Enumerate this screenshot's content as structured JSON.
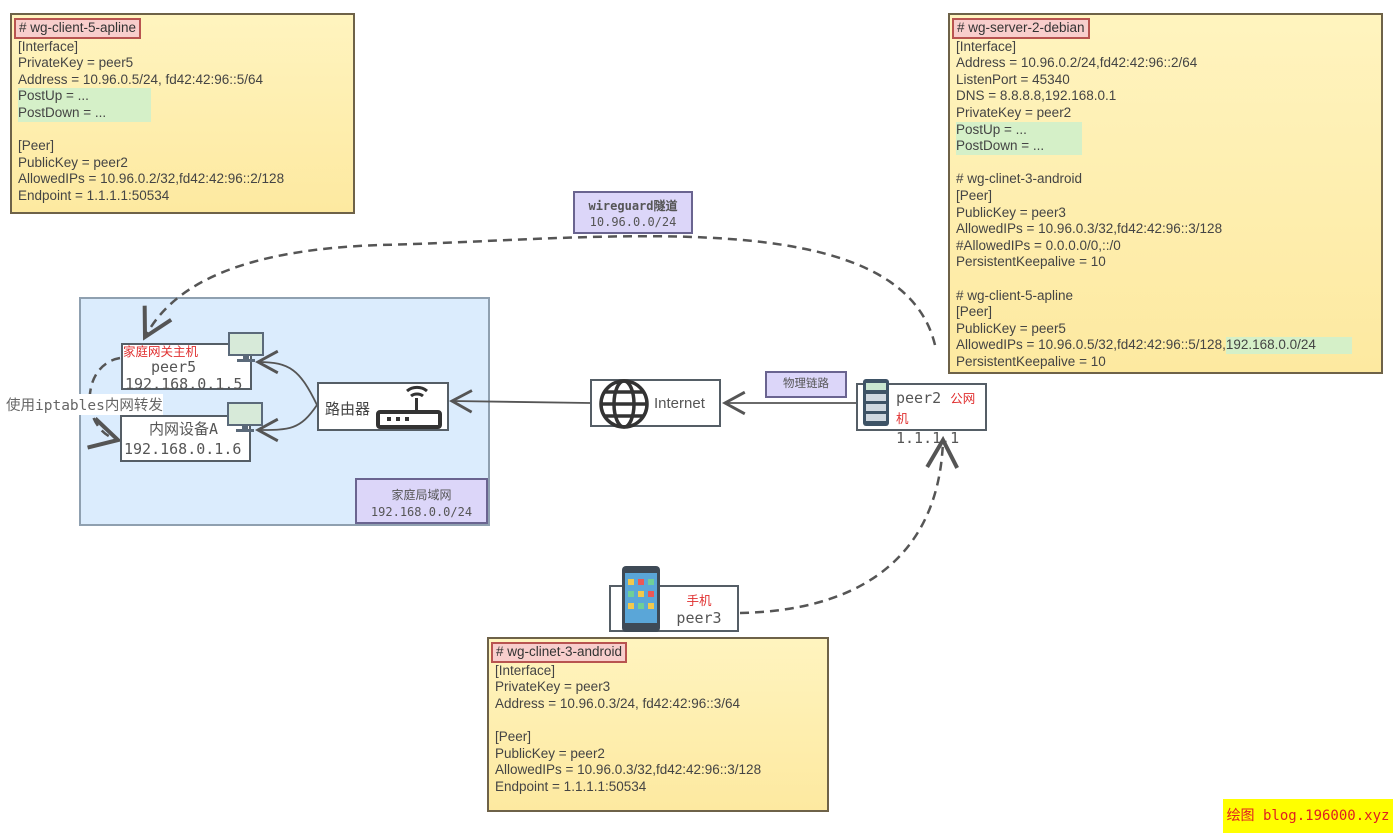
{
  "client5_note": {
    "title": "# wg-client-5-apline",
    "lines": [
      "[Interface]",
      "PrivateKey = peer5",
      "Address = 10.96.0.5/24, fd42:42:96::5/64",
      "PostUp = ...",
      "PostDown = ...",
      "",
      "[Peer]",
      "PublicKey = peer2",
      "AllowedIPs = 10.96.0.2/32,fd42:42:96::2/128",
      "Endpoint = 1.1.1.1:50534"
    ]
  },
  "server2_note": {
    "title": "# wg-server-2-debian",
    "lines": [
      "[Interface]",
      "Address = 10.96.0.2/24,fd42:42:96::2/64",
      "ListenPort = 45340",
      "DNS = 8.8.8.8,192.168.0.1",
      "PrivateKey = peer2",
      "PostUp = ...",
      "PostDown = ...",
      "",
      "# wg-clinet-3-android",
      "[Peer]",
      "PublicKey = peer3",
      "AllowedIPs = 10.96.0.3/32,fd42:42:96::3/128",
      "#AllowedIPs = 0.0.0.0/0,::/0",
      "PersistentKeepalive = 10",
      "",
      "# wg-client-5-apline",
      "[Peer]",
      "PublicKey = peer5",
      "AllowedIPs = 10.96.0.5/32,fd42:42:96::5/128,",
      "PersistentKeepalive = 10"
    ],
    "allowed_extra": "192.168.0.0/24"
  },
  "android_note": {
    "title": "# wg-clinet-3-android",
    "lines": [
      "[Interface]",
      "PrivateKey = peer3",
      "Address = 10.96.0.3/24, fd42:42:96::3/64",
      "",
      "[Peer]",
      "PublicKey = peer2",
      "AllowedIPs = 10.96.0.3/32,fd42:42:96::3/128",
      "Endpoint = 1.1.1.1:50534"
    ]
  },
  "tunnel": {
    "name": "wireguard隧道",
    "subnet": "10.96.0.0/24"
  },
  "lan": {
    "name": "家庭局域网",
    "subnet": "192.168.0.0/24"
  },
  "gateway": {
    "role": "家庭网关主机",
    "peer": "peer5",
    "ip": "192.168.0.1.5"
  },
  "device_a": {
    "name": "内网设备A",
    "ip": "192.168.0.1.6"
  },
  "forward_label": "使用iptables内网转发",
  "router_label": "路由器",
  "internet_label": "Internet",
  "physical_link": "物理链路",
  "server": {
    "peer": "peer2",
    "role": "公网机",
    "ip": "1.1.1.1"
  },
  "phone": {
    "role": "手机",
    "peer": "peer3"
  },
  "watermark": "绘图 blog.196000.xyz",
  "colors": {
    "note_bg": "#fff2b0",
    "lan_bg": "#dbeeff",
    "label_bg": "#dcd6f9",
    "highlight": "#d5f0c8",
    "red": "#e03030"
  }
}
